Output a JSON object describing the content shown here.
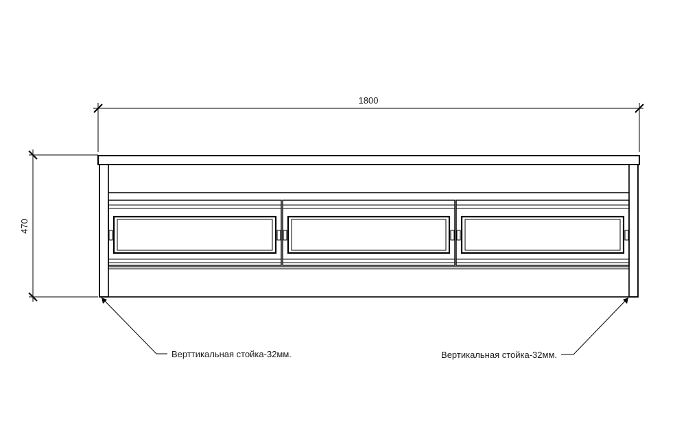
{
  "dimensions": {
    "width_label": "1800",
    "height_label": "470"
  },
  "callouts": {
    "left": "Верттикальная стойка-32мм.",
    "right": "Вертикальная стойка-32мм."
  },
  "drawer_count": 3,
  "colors": {
    "line": "#000000",
    "dimension_line": "#333333",
    "background": "#ffffff"
  }
}
